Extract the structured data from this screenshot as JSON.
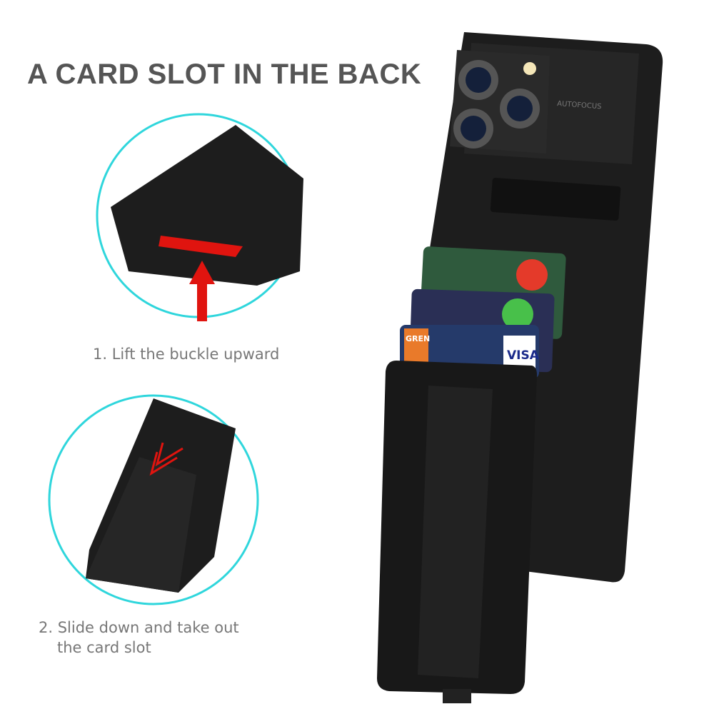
{
  "title": "A CARD SLOT IN THE BACK",
  "steps": [
    {
      "label": "1. Lift the buckle upward"
    },
    {
      "label_line1": "2. Slide down and take out",
      "label_line2": "the card slot"
    }
  ],
  "product_markings": {
    "camera_label": "AUTOFOCUS",
    "card_brand": "VISA",
    "card_text": "GREN"
  },
  "colors": {
    "circle_outline": "#2fd6dc",
    "arrow": "#e0140f",
    "case": "#1c1c1c",
    "text": "#777777",
    "title": "#555555"
  }
}
